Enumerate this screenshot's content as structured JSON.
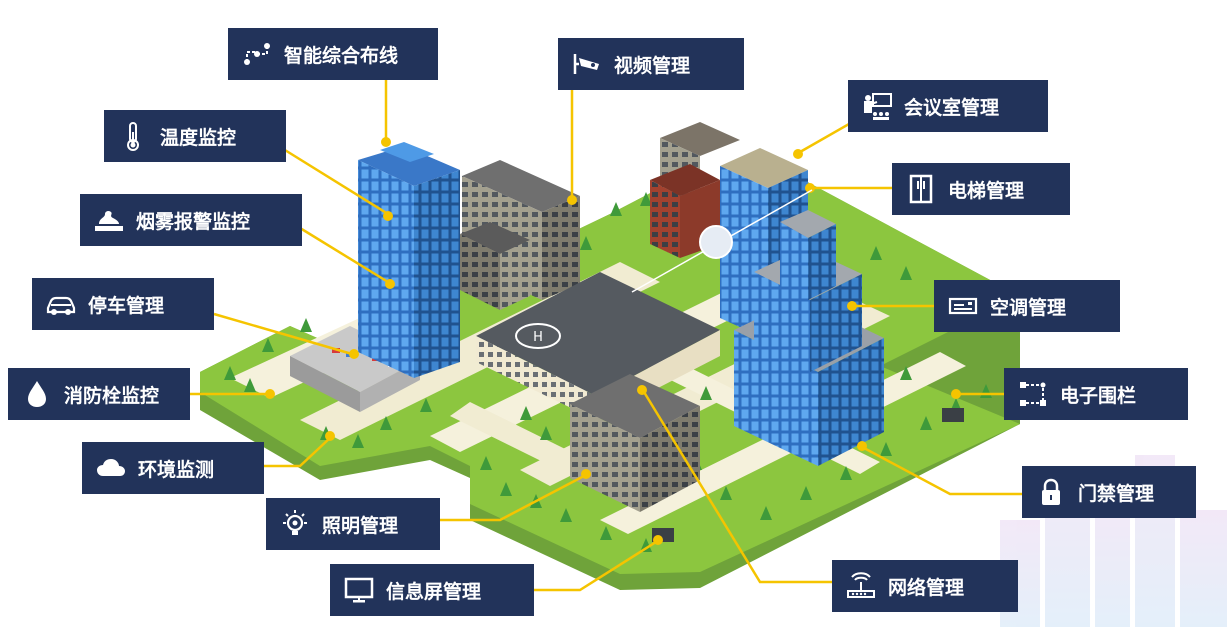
{
  "labels": {
    "cabling": {
      "text": "智能综合布线",
      "icon": "cabling-icon"
    },
    "video": {
      "text": "视频管理",
      "icon": "cctv-camera-icon"
    },
    "meeting": {
      "text": "会议室管理",
      "icon": "meeting-presenter-icon"
    },
    "temperature": {
      "text": "温度监控",
      "icon": "thermometer-icon"
    },
    "elevator": {
      "text": "电梯管理",
      "icon": "elevator-door-icon"
    },
    "smoke": {
      "text": "烟雾报警监控",
      "icon": "smoke-detector-icon"
    },
    "parking": {
      "text": "停车管理",
      "icon": "car-icon"
    },
    "aircon": {
      "text": "空调管理",
      "icon": "air-conditioner-icon"
    },
    "hydrant": {
      "text": "消防栓监控",
      "icon": "water-drop-icon"
    },
    "fence": {
      "text": "电子围栏",
      "icon": "fence-nodes-icon"
    },
    "environment": {
      "text": "环境监测",
      "icon": "cloud-icon"
    },
    "access": {
      "text": "门禁管理",
      "icon": "padlock-icon"
    },
    "lighting": {
      "text": "照明管理",
      "icon": "light-bulb-icon"
    },
    "screen": {
      "text": "信息屏管理",
      "icon": "monitor-icon"
    },
    "network": {
      "text": "网络管理",
      "icon": "wifi-router-icon"
    }
  },
  "colors": {
    "label_bg": "#22335a",
    "connector": "#f5c400",
    "grass": "#8cc63f",
    "glass": "#3f86d6"
  }
}
